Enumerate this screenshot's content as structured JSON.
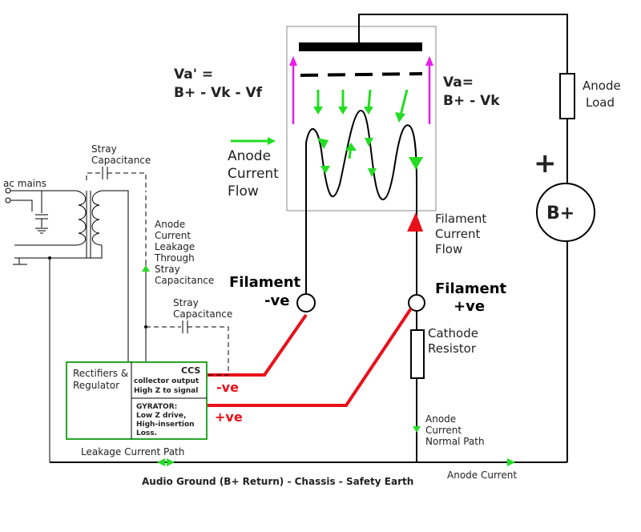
{
  "labels": {
    "va_prime_line1": "Va' =",
    "va_prime_line2": "B+ - Vk - Vf",
    "va_line1": "Va=",
    "va_line2": "B+ - Vk",
    "anode_load_line1": "Anode",
    "anode_load_line2": "Load",
    "plus_sign": "+",
    "bplus": "B+",
    "anode_flow_line1": "Anode",
    "anode_flow_line2": "Current",
    "anode_flow_line3": "Flow",
    "filament_flow_line1": "Filament",
    "filament_flow_line2": "Current",
    "filament_flow_line3": "Flow",
    "filament_neg_line1": "Filament",
    "filament_neg_line2": "-ve",
    "filament_pos_line1": "Filament",
    "filament_pos_line2": "+ve",
    "cathode_res_line1": "Cathode",
    "cathode_res_line2": "Resistor",
    "stray_cap1_line1": "Stray",
    "stray_cap1_line2": "Capacitance",
    "stray_cap2_line1": "Stray",
    "stray_cap2_line2": "Capacitance",
    "ac_mains": "ac mains",
    "leakage_line1": "Anode",
    "leakage_line2": "Current",
    "leakage_line3": "Leakage",
    "leakage_line4": "Through",
    "leakage_line5": "Stray",
    "leakage_line6": "Capacitance",
    "rectifiers_line1": "Rectifiers &",
    "rectifiers_line2": "Regulator",
    "ccs_title": "CCS",
    "ccs_line2": "collector output",
    "ccs_line3": "High Z to signal",
    "gyrator_line1": "GYRATOR:",
    "gyrator_line2": "Low Z drive,",
    "gyrator_line3": "High-insertion",
    "gyrator_line4": "Loss.",
    "neg_out": "-ve",
    "pos_out": "+ve",
    "normal_path_line1": "Anode",
    "normal_path_line2": "Current",
    "normal_path_line3": "Normal Path",
    "leakage_path": "Leakage Current Path",
    "ground_bus": "Audio Ground (B+ Return) - Chassis - Safety Earth",
    "anode_current": "Anode Current"
  },
  "colors": {
    "current_arrow": "#22dd22",
    "filament_supply": "#e8111a",
    "voltage_arrow": "#e81ee8"
  }
}
